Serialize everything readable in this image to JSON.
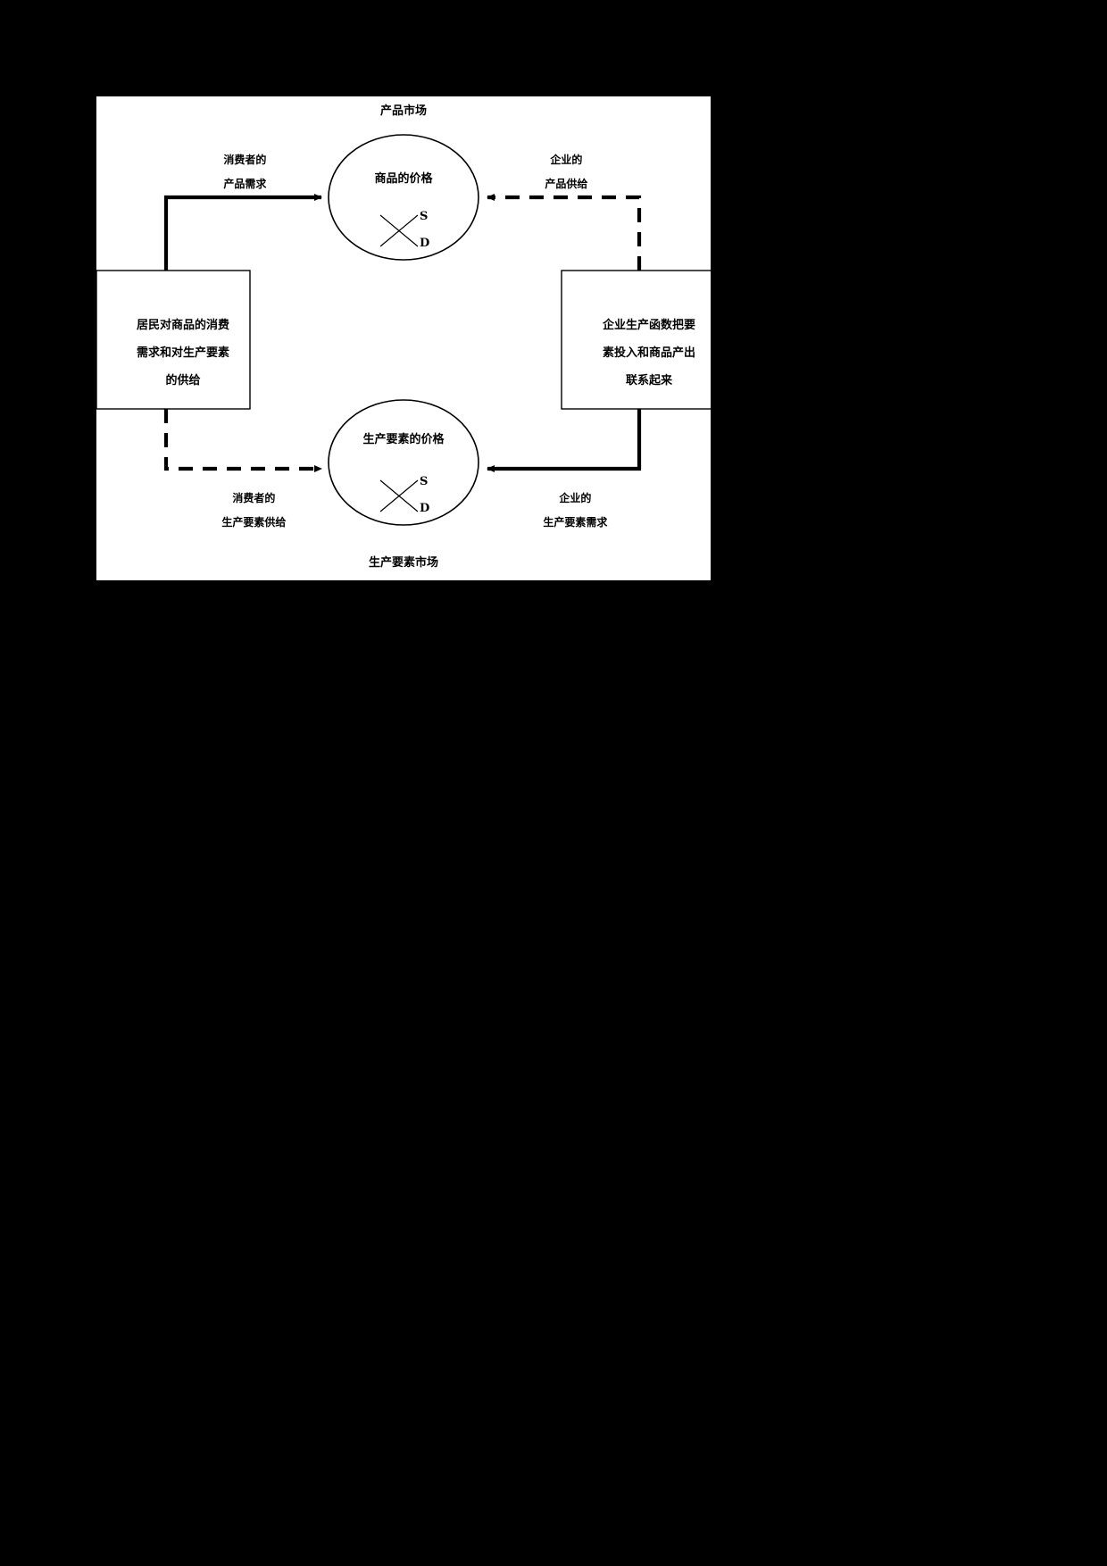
{
  "document": {
    "background_color": "#000000",
    "panel_color": "#ffffff",
    "stroke_color": "#000000"
  },
  "diagram": {
    "type": "circular-flow-economic-model",
    "titles": {
      "top": "产品市场",
      "bottom": "生产要素市场"
    },
    "nodes": {
      "circle_top": {
        "label": "商品的价格",
        "supply_letter": "S",
        "demand_letter": "D"
      },
      "circle_bottom": {
        "label": "生产要素的价格",
        "supply_letter": "S",
        "demand_letter": "D"
      },
      "box_left": {
        "line1": "居民对商品的消费",
        "line2": "需求和对生产要素",
        "line3": "的供给"
      },
      "box_right": {
        "line1": "企业生产函数把要",
        "line2": "素投入和商品产出",
        "line3": "联系起来"
      }
    },
    "edges": {
      "consumer_product_demand": {
        "line1": "消费者的",
        "line2": "产品需求",
        "style": "solid"
      },
      "firm_product_supply": {
        "line1": "企业的",
        "line2": "产品供给",
        "style": "dashed"
      },
      "consumer_factor_supply": {
        "line1": "消费者的",
        "line2": "生产要素供给",
        "style": "dashed"
      },
      "firm_factor_demand": {
        "line1": "企业的",
        "line2": "生产要素需求",
        "style": "solid"
      }
    }
  }
}
